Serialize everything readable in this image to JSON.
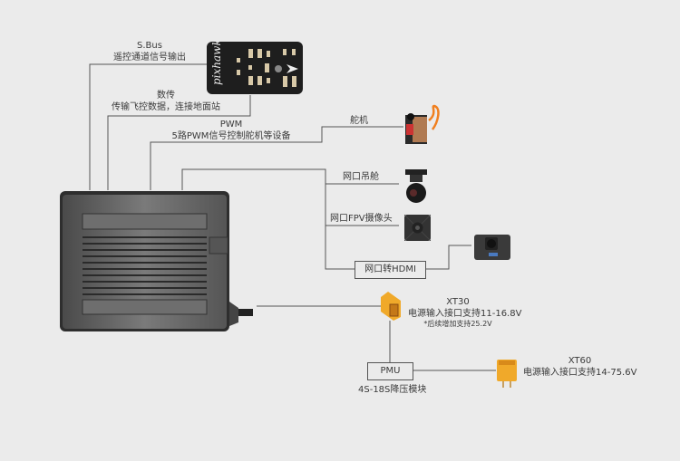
{
  "connections": {
    "sbus": {
      "title": "S.Bus",
      "desc": "遥控通道信号输出"
    },
    "telemetry": {
      "title": "数传",
      "desc": "传输飞控数据，连接地面站"
    },
    "pwm": {
      "title": "PWM",
      "desc": "5路PWM信号控制舵机等设备"
    },
    "servo": {
      "label": "舵机"
    },
    "gimbal": {
      "label": "网口吊舱"
    },
    "fpv_camera": {
      "label": "网口FPV摄像头"
    },
    "hdmi": {
      "label": "网口转HDMI"
    },
    "xt30": {
      "title": "XT30",
      "desc": "电源输入接口支持11-16.8V",
      "note": "*后续增加支持25.2V"
    },
    "pmu": {
      "label": "PMU",
      "desc": "4S-18S降压模块"
    },
    "xt60": {
      "title": "XT60",
      "desc": "电源输入接口支持14-75.6V"
    }
  },
  "devices": {
    "flight_controller": {
      "brand_text": "pixhawk"
    }
  },
  "colors": {
    "background": "#ebebeb",
    "line": "#555555",
    "connector_yellow": "#f0a92a",
    "device_dark": "#3c3c3c"
  }
}
